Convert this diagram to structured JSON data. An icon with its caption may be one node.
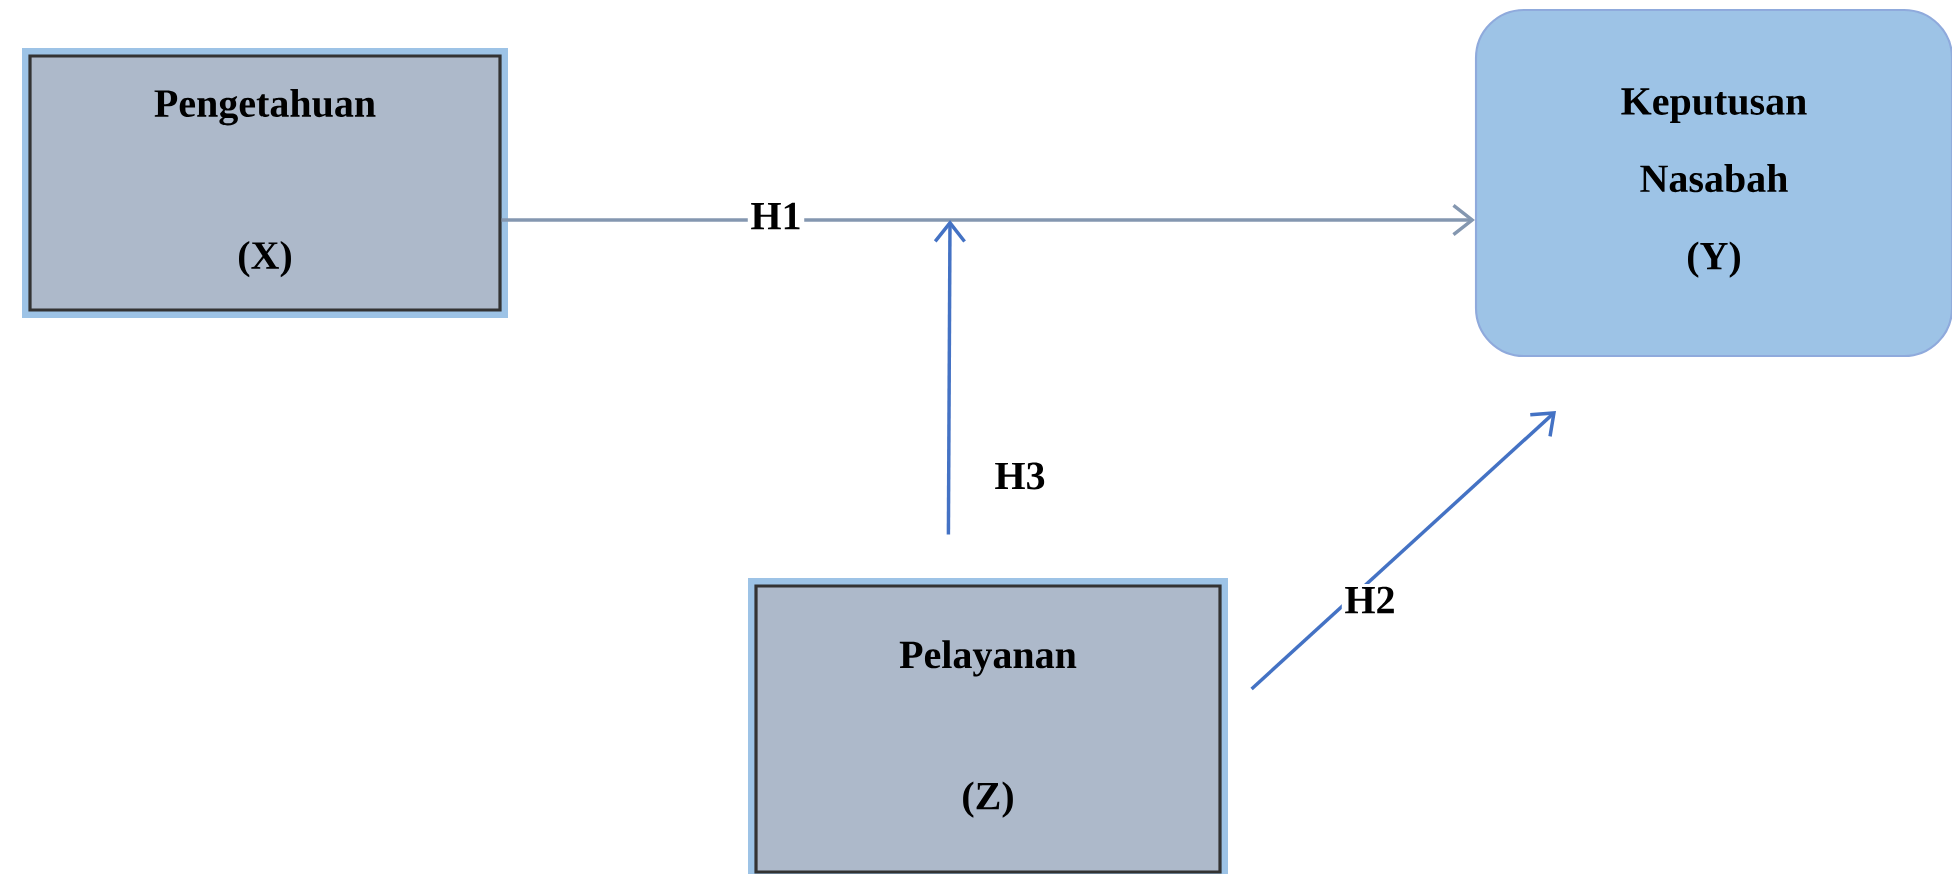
{
  "diagram": {
    "nodes": [
      {
        "text": [
          "Pengetahuan",
          "(X)"
        ]
      },
      {
        "text": [
          "Keputusan Nasabah",
          "(Y)"
        ]
      },
      {
        "text": [
          "Pelayanan",
          "(Z)"
        ]
      }
    ],
    "edges": [
      {
        "from": 0,
        "to": 1,
        "arrow": "to",
        "label": "H1",
        "color": "#8497b0"
      },
      {
        "from": 2,
        "to": null,
        "arrow": "to",
        "label": "H3"
      },
      {
        "from": 2,
        "to": 1,
        "arrow": "to",
        "label": "H2"
      }
    ]
  }
}
